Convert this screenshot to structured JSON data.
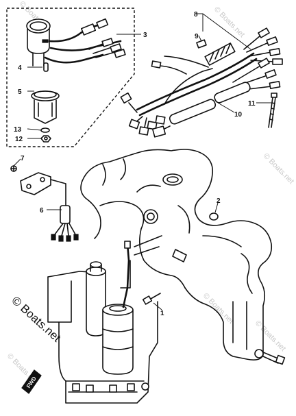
{
  "callouts": {
    "c1": "1",
    "c2": "2",
    "c3": "3",
    "c4": "4",
    "c5": "5",
    "c6": "6",
    "c7": "7",
    "c8": "8",
    "c9": "9",
    "c10": "10",
    "c11": "11",
    "c12": "12",
    "c13": "13"
  },
  "watermark": {
    "main": "© Boats.net",
    "faint": "© Boats.net"
  },
  "badge": {
    "fwd": "FWD"
  },
  "colors": {
    "ink": "#111111",
    "watermark_faint": "#c8c8c8"
  }
}
